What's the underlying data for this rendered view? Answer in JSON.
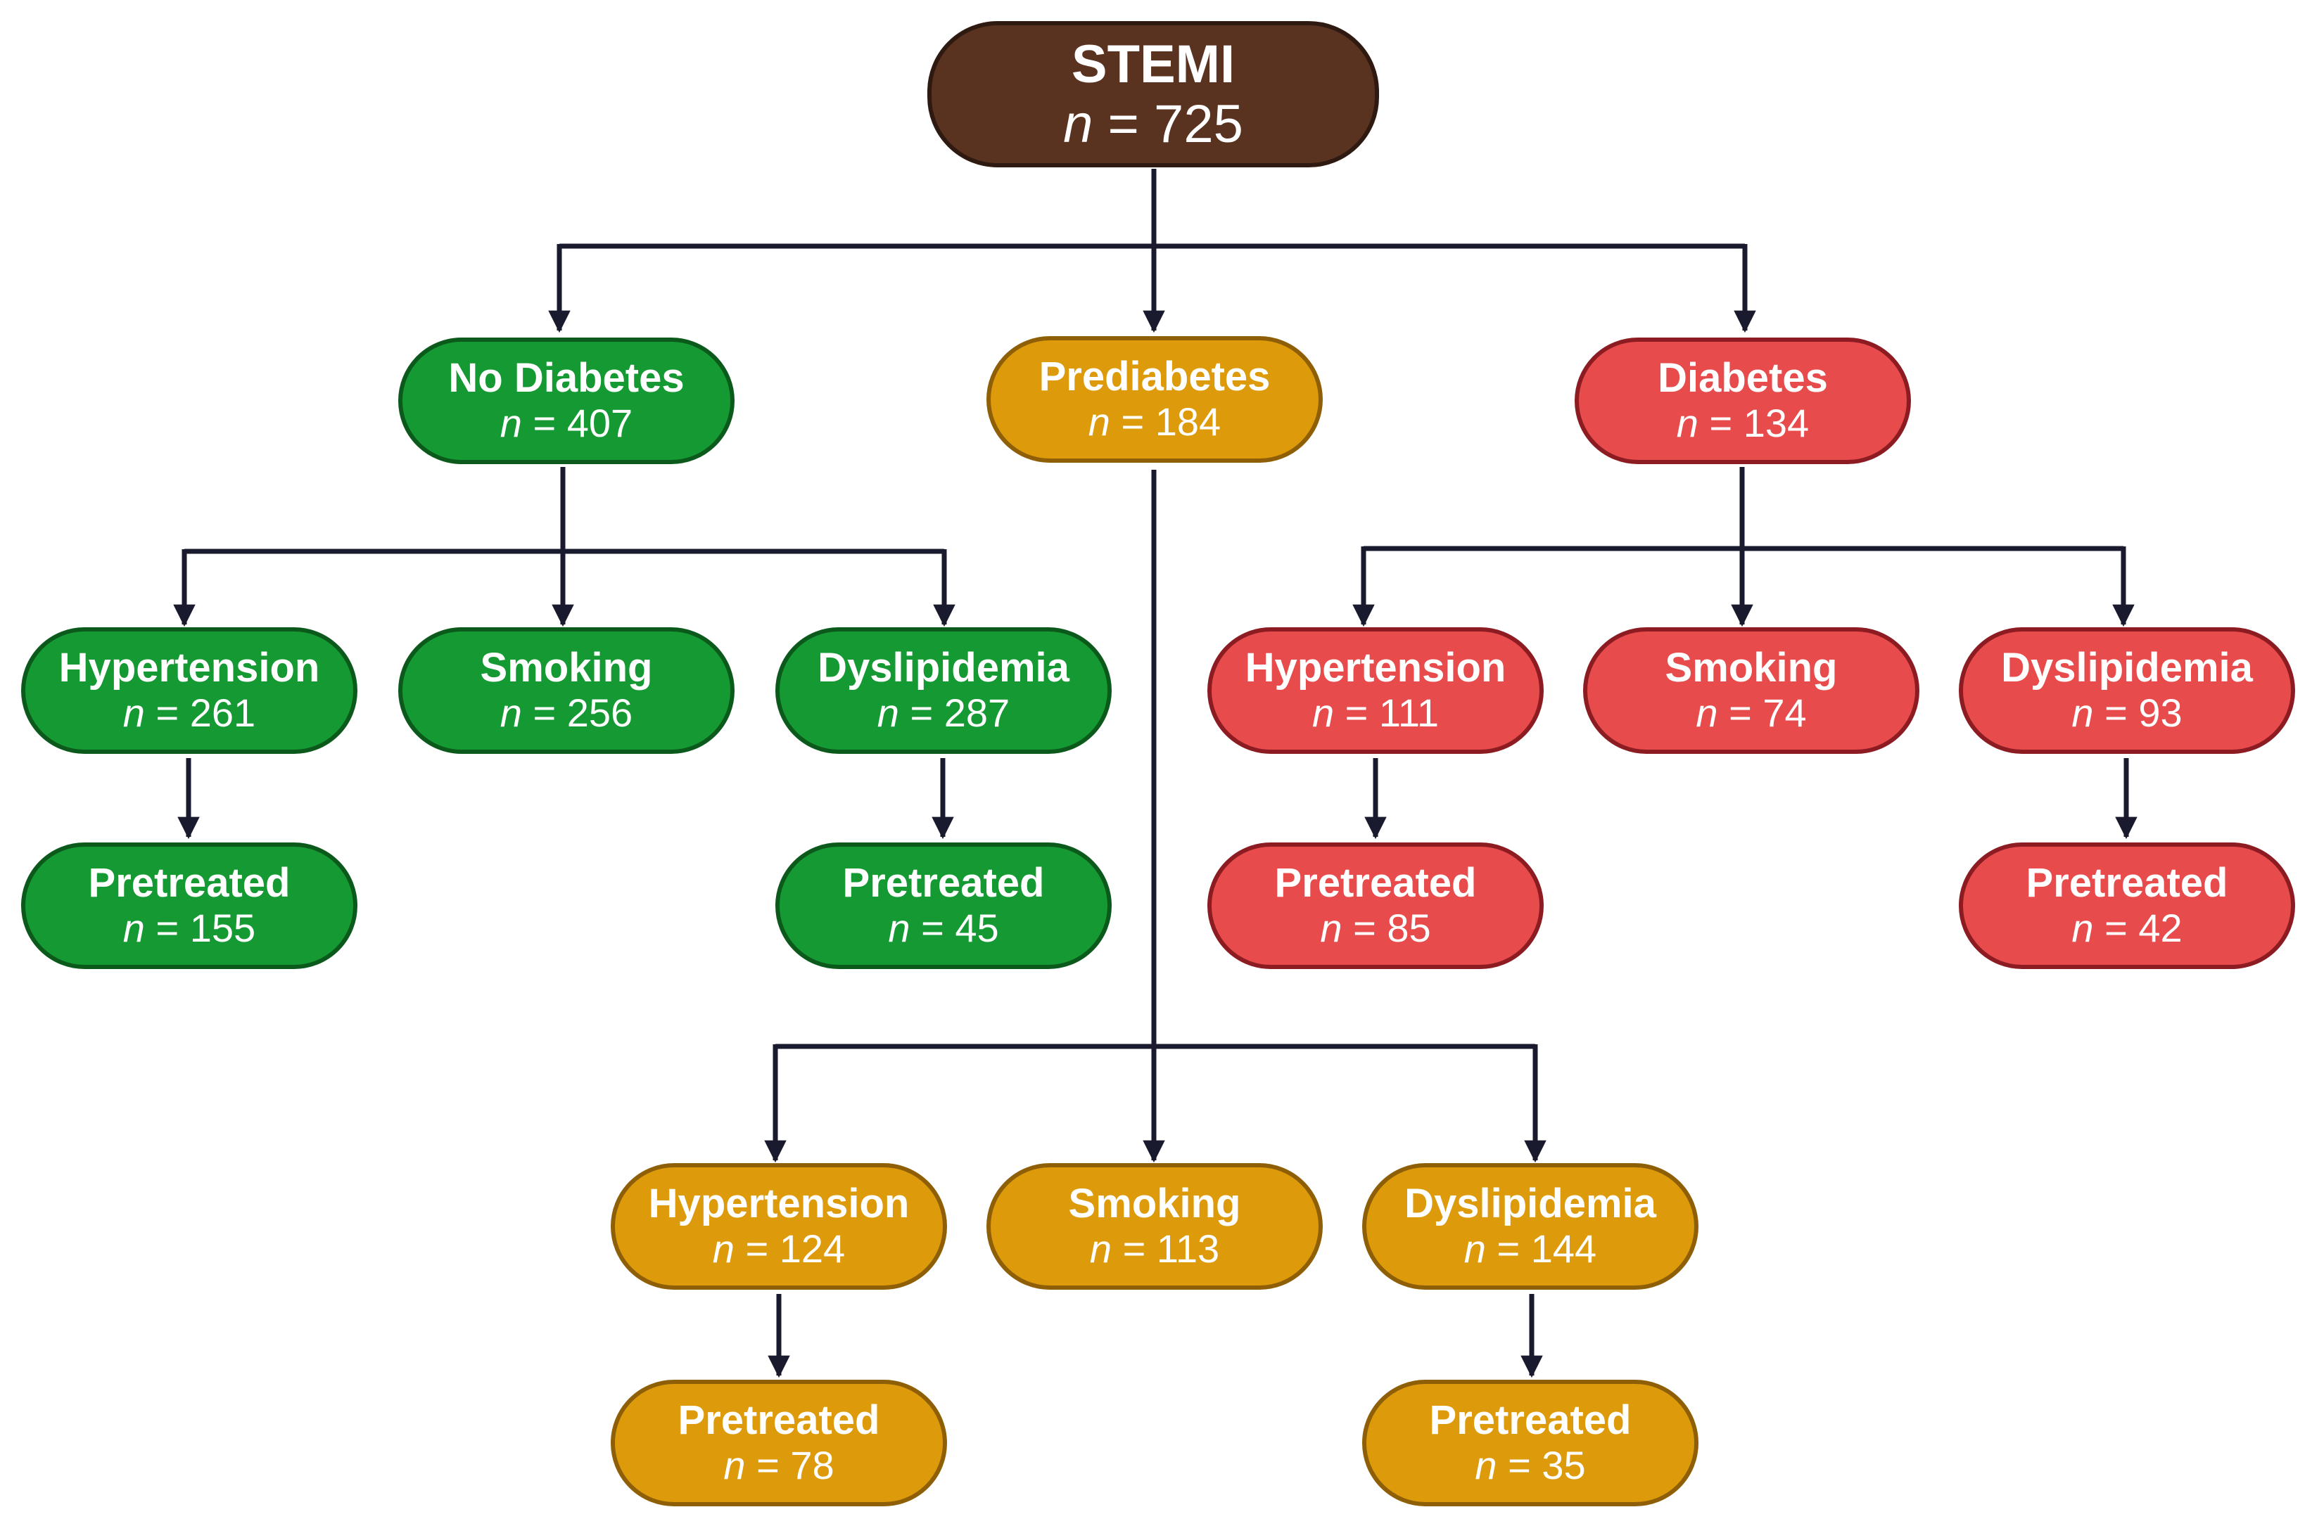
{
  "colors": {
    "root": "#5a3220",
    "no_diabetes": "#159a33",
    "prediabetes": "#dd9b0c",
    "diabetes": "#e84b4c",
    "arrow": "#1a1a2e"
  },
  "n_symbol": "n",
  "root": {
    "label": "STEMI",
    "count": "725"
  },
  "groups": {
    "no_diabetes": {
      "label": "No Diabetes",
      "count": "407",
      "hypertension": {
        "label": "Hypertension",
        "count": "261"
      },
      "hypertension_pretreated": {
        "label": "Pretreated",
        "count": "155"
      },
      "smoking": {
        "label": "Smoking",
        "count": "256"
      },
      "dyslipidemia": {
        "label": "Dyslipidemia",
        "count": "287"
      },
      "dyslipidemia_pretreated": {
        "label": "Pretreated",
        "count": "45"
      }
    },
    "prediabetes": {
      "label": "Prediabetes",
      "count": "184",
      "hypertension": {
        "label": "Hypertension",
        "count": "124"
      },
      "hypertension_pretreated": {
        "label": "Pretreated",
        "count": "78"
      },
      "smoking": {
        "label": "Smoking",
        "count": "113"
      },
      "dyslipidemia": {
        "label": "Dyslipidemia",
        "count": "144"
      },
      "dyslipidemia_pretreated": {
        "label": "Pretreated",
        "count": "35"
      }
    },
    "diabetes": {
      "label": "Diabetes",
      "count": "134",
      "hypertension": {
        "label": "Hypertension",
        "count": "111"
      },
      "hypertension_pretreated": {
        "label": "Pretreated",
        "count": "85"
      },
      "smoking": {
        "label": "Smoking",
        "count": "74"
      },
      "dyslipidemia": {
        "label": "Dyslipidemia",
        "count": "93"
      },
      "dyslipidemia_pretreated": {
        "label": "Pretreated",
        "count": "42"
      }
    }
  }
}
